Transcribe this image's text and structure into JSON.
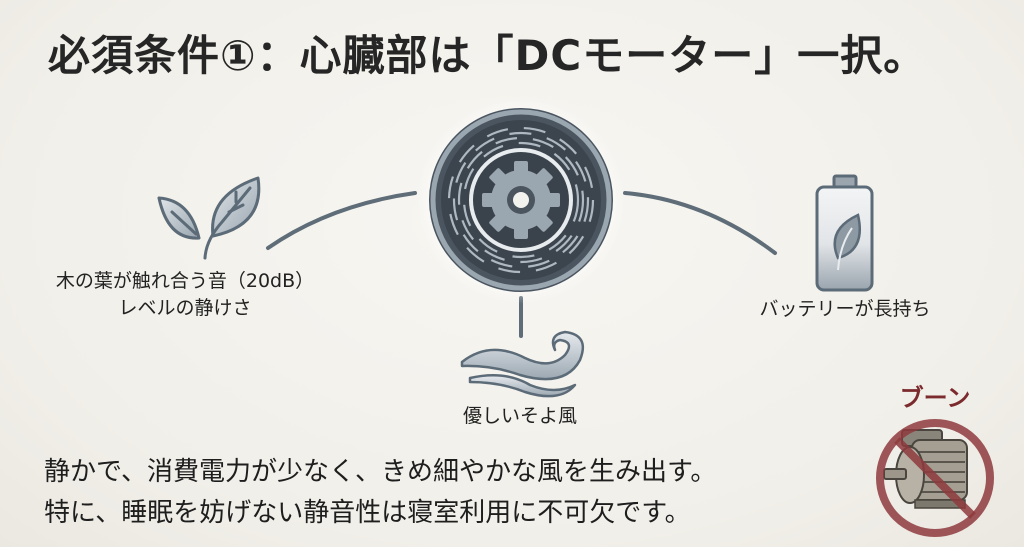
{
  "title": "必須条件①：心臓部は「DCモーター」一択。",
  "center_icon": "dc-motor-icon",
  "features": [
    {
      "icon": "leaf-icon",
      "label_line1": "木の葉が触れ合う音（20dB）",
      "label_line2": "レベルの静けさ"
    },
    {
      "icon": "wind-icon",
      "label": "優しいそよ風"
    },
    {
      "icon": "battery-leaf-icon",
      "label": "バッテリーが長持ち"
    }
  ],
  "body": {
    "line1": "静かで、消費電力が少なく、きめ細やかな風を生み出す。",
    "line2": "特に、睡眠を妨げない静音性は寝室利用に不可欠です。"
  },
  "prohibited": {
    "sound_label": "ブーン",
    "icon": "ac-motor-prohibited-icon"
  },
  "colors": {
    "background": "#f2f0eb",
    "icon_slate": "#5c6b78",
    "prohibit_red": "#8e3a3d",
    "text": "#222222"
  }
}
